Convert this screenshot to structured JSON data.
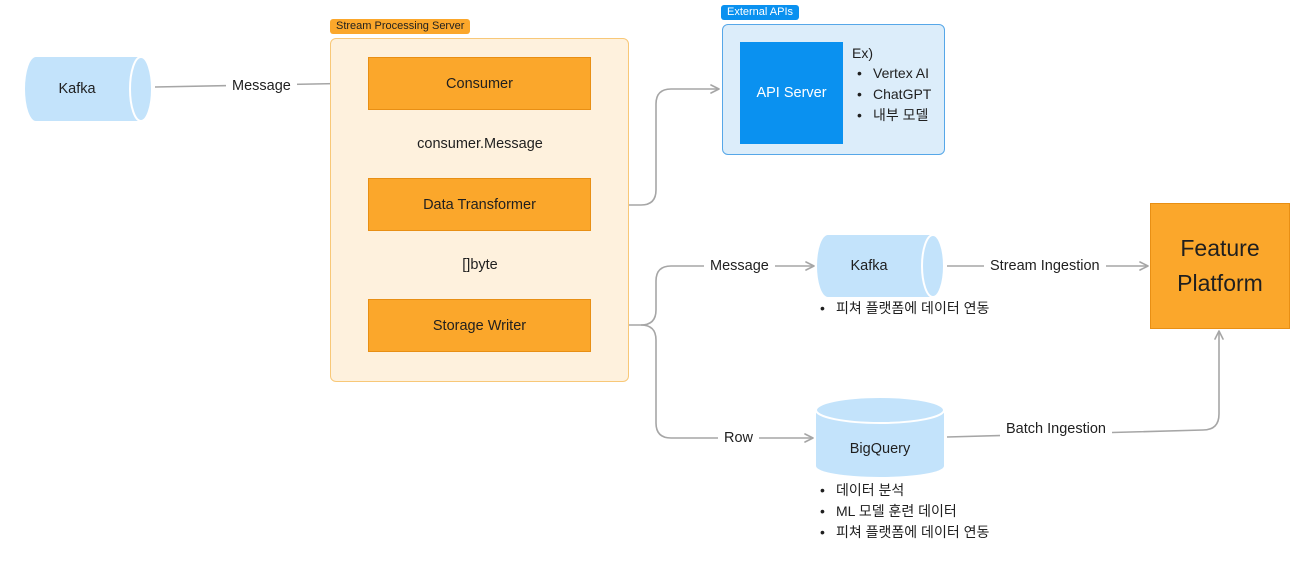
{
  "groups": {
    "stream_server": {
      "tag": "Stream Processing Server"
    },
    "external_apis": {
      "tag": "External APIs"
    }
  },
  "nodes": {
    "kafka_source": "Kafka",
    "consumer": "Consumer",
    "data_transformer": "Data Transformer",
    "storage_writer": "Storage Writer",
    "api_server": "API Server",
    "kafka_sink": "Kafka",
    "bigquery": "BigQuery",
    "feature_platform_line1": "Feature",
    "feature_platform_line2": "Platform"
  },
  "edges": {
    "kafka_to_consumer": "Message",
    "consumer_to_transformer": "consumer.Message",
    "transformer_to_writer": "[]byte",
    "writer_to_kafka": "Message",
    "writer_to_bigquery": "Row",
    "kafka_to_platform": "Stream Ingestion",
    "bigquery_to_platform": "Batch Ingestion"
  },
  "api_examples": {
    "heading": "Ex)",
    "items": [
      "Vertex AI",
      "ChatGPT",
      "내부 모델"
    ]
  },
  "kafka_sink_notes": [
    "피쳐 플랫폼에 데이터 연동"
  ],
  "bigquery_notes": [
    "데이터 분석",
    "ML 모델 훈련 데이터",
    "피쳐 플랫폼에 데이터 연동"
  ],
  "colors": {
    "orange": "#fba72b",
    "orange_border": "#e88f14",
    "stream_group_bg": "#fef1dd",
    "stream_group_border": "#f8c878",
    "external_group_bg": "#dcedfa",
    "external_group_border": "#56a7e8",
    "api_server_blue": "#0a91f0",
    "cylinder_fill": "#c3e3fb",
    "arrow_gray": "#a6a6a6"
  }
}
